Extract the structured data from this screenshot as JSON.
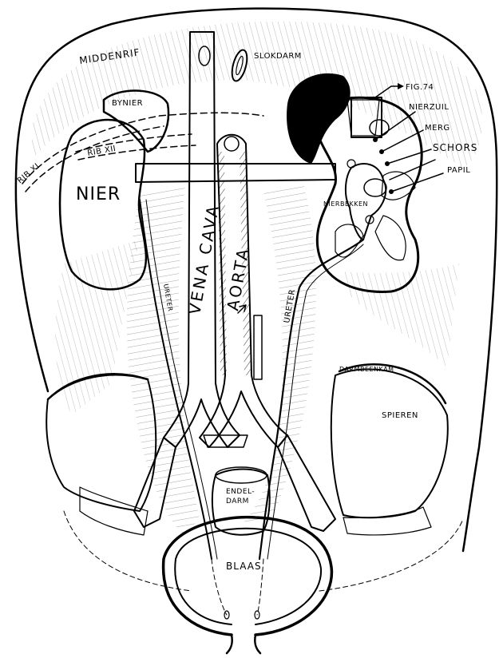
{
  "labels": {
    "middenrif": "MIDDENRIF",
    "slokdarm": "SLOKDARM",
    "fig": "FIG.74",
    "nierzuil": "NIERZUIL",
    "merg": "MERG",
    "schors": "SCHORS",
    "papil": "PAPIL",
    "bynier": "BYNIER",
    "rib_xi": "RIB XI",
    "rib_xii": "RIB XII",
    "nier": "NIER",
    "nierbekken": "NIERBEKKEN",
    "vena_cava": "VENA CAVA",
    "aorta": "AORTA",
    "ureter_left": "URETER",
    "ureter_right": "URETER",
    "darmbeenkam": "DARMBEENKAM",
    "spieren": "SPIEREN",
    "endeldarm_1": "ENDEL-",
    "endeldarm_2": "DARM",
    "blaas": "BLAAS"
  }
}
